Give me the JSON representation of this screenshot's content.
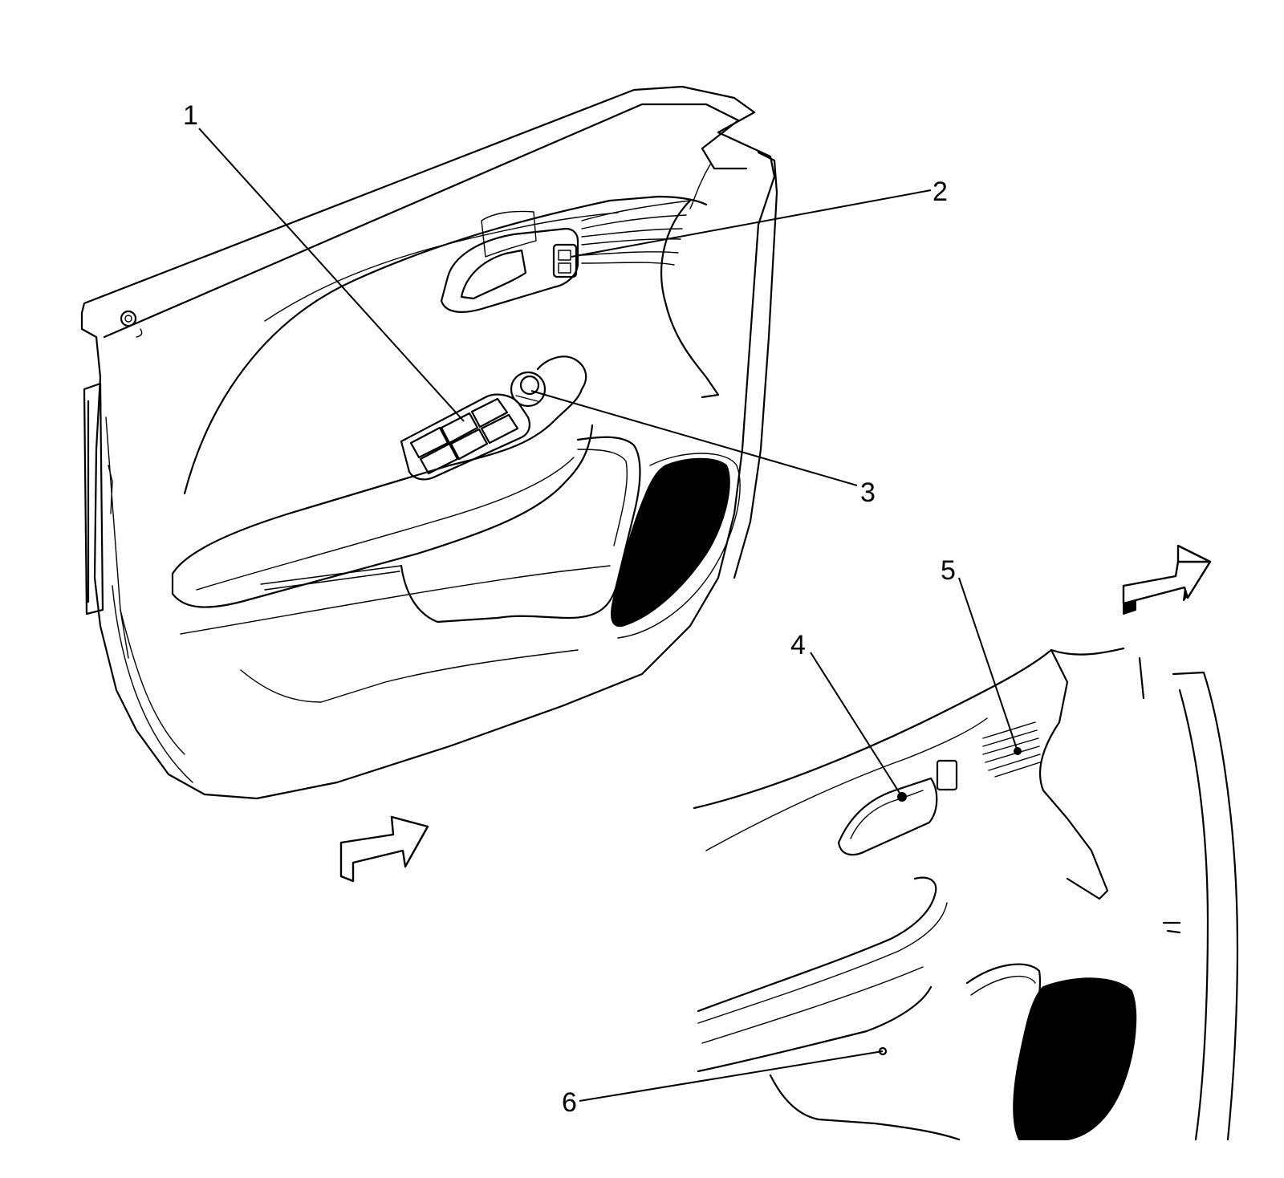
{
  "callouts": [
    {
      "id": "1",
      "label": "1"
    },
    {
      "id": "2",
      "label": "2"
    },
    {
      "id": "3",
      "label": "3"
    },
    {
      "id": "4",
      "label": "4"
    },
    {
      "id": "5",
      "label": "5"
    },
    {
      "id": "6",
      "label": "6"
    }
  ],
  "views": [
    {
      "name": "door-trim-panel-full",
      "arrow": "view-direction-arrow"
    },
    {
      "name": "door-trim-panel-detail",
      "arrow": "view-direction-arrow"
    }
  ]
}
